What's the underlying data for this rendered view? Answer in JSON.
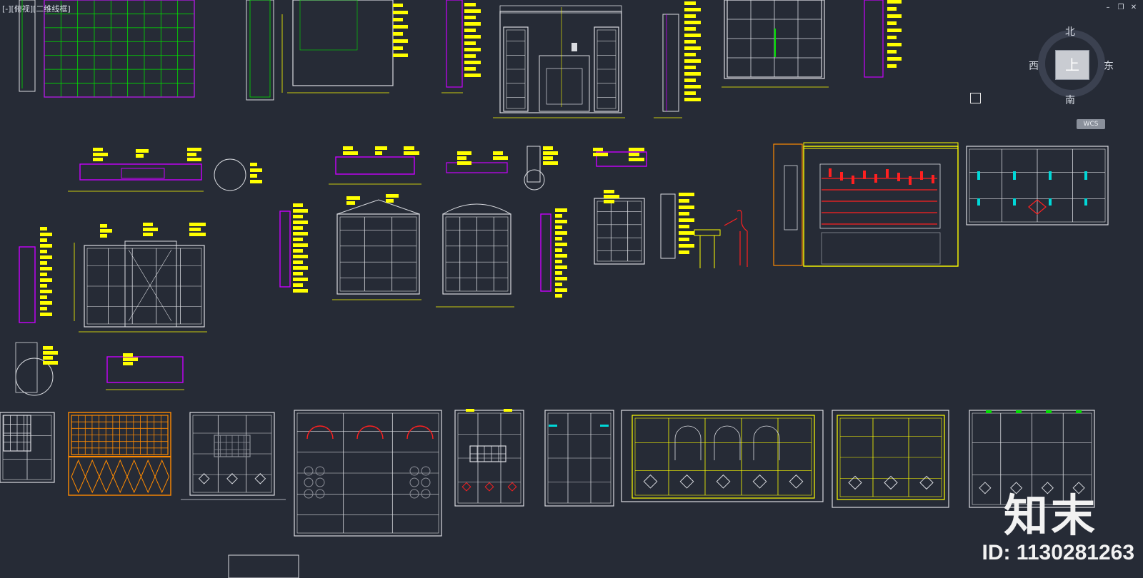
{
  "viewport": {
    "label": "[-][俯视][二维线框]"
  },
  "window_controls": {
    "minimize": "–",
    "restore": "❐",
    "close": "✕"
  },
  "viewcube": {
    "north": "北",
    "south": "南",
    "west": "西",
    "east": "东",
    "top_face": "上",
    "wcs_label": "WCS"
  },
  "watermark": {
    "brand": "知末",
    "id_text": "ID: 1130281263"
  },
  "colors": {
    "background": "#262b36",
    "cad_white": "#d9dbe0",
    "cad_yellow": "#ffff00",
    "cad_magenta": "#c800ff",
    "cad_green": "#00e000",
    "cad_red": "#ff2020",
    "cad_cyan": "#00d8d8",
    "cad_orange": "#ff8a00",
    "cad_gray": "#8c8f98"
  }
}
